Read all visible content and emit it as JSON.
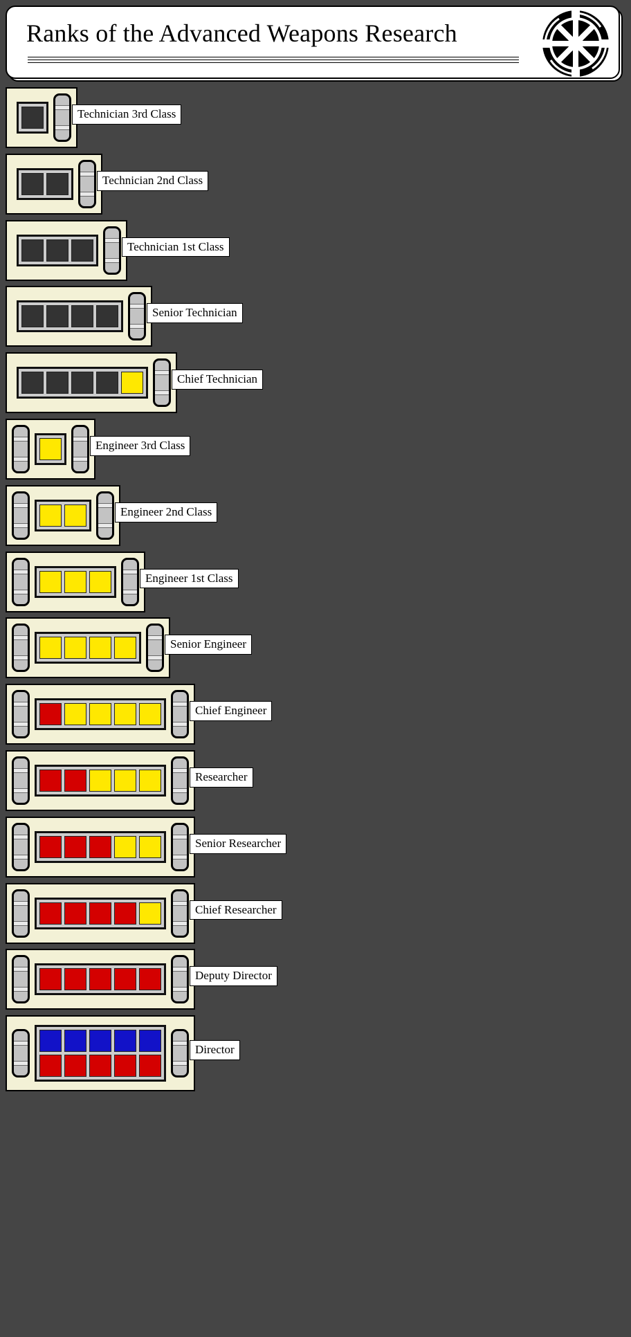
{
  "header": {
    "title": "Ranks of the Advanced Weapons Research",
    "emblem": "imperial-cog-emblem",
    "background_color": "#ffffff"
  },
  "page": {
    "background_color": "#454545",
    "plaque_color": "#f3f1d6",
    "frame_color": "#cccccc",
    "colors": {
      "dark": "#333333",
      "yellow": "#ffe800",
      "red": "#d40000",
      "blue": "#1212c8",
      "cylinder": "#c3c3c3"
    }
  },
  "ranks": [
    {
      "label": "Technician 3rd Class",
      "rows": [
        [
          "dark"
        ]
      ],
      "left_cylinder": false,
      "right_cylinder": true
    },
    {
      "label": "Technician 2nd Class",
      "rows": [
        [
          "dark",
          "dark"
        ]
      ],
      "left_cylinder": false,
      "right_cylinder": true
    },
    {
      "label": "Technician 1st Class",
      "rows": [
        [
          "dark",
          "dark",
          "dark"
        ]
      ],
      "left_cylinder": false,
      "right_cylinder": true
    },
    {
      "label": "Senior Technician",
      "rows": [
        [
          "dark",
          "dark",
          "dark",
          "dark"
        ]
      ],
      "left_cylinder": false,
      "right_cylinder": true
    },
    {
      "label": "Chief Technician",
      "rows": [
        [
          "dark",
          "dark",
          "dark",
          "dark",
          "yellow"
        ]
      ],
      "left_cylinder": false,
      "right_cylinder": true
    },
    {
      "label": "Engineer 3rd Class",
      "rows": [
        [
          "yellow"
        ]
      ],
      "left_cylinder": true,
      "right_cylinder": true
    },
    {
      "label": "Engineer 2nd Class",
      "rows": [
        [
          "yellow",
          "yellow"
        ]
      ],
      "left_cylinder": true,
      "right_cylinder": true
    },
    {
      "label": "Engineer 1st Class",
      "rows": [
        [
          "yellow",
          "yellow",
          "yellow"
        ]
      ],
      "left_cylinder": true,
      "right_cylinder": true
    },
    {
      "label": "Senior Engineer",
      "rows": [
        [
          "yellow",
          "yellow",
          "yellow",
          "yellow"
        ]
      ],
      "left_cylinder": true,
      "right_cylinder": true
    },
    {
      "label": "Chief Engineer",
      "rows": [
        [
          "red",
          "yellow",
          "yellow",
          "yellow",
          "yellow"
        ]
      ],
      "left_cylinder": true,
      "right_cylinder": true
    },
    {
      "label": "Researcher",
      "rows": [
        [
          "red",
          "red",
          "yellow",
          "yellow",
          "yellow"
        ]
      ],
      "left_cylinder": true,
      "right_cylinder": true
    },
    {
      "label": "Senior Researcher",
      "rows": [
        [
          "red",
          "red",
          "red",
          "yellow",
          "yellow"
        ]
      ],
      "left_cylinder": true,
      "right_cylinder": true
    },
    {
      "label": "Chief Researcher",
      "rows": [
        [
          "red",
          "red",
          "red",
          "red",
          "yellow"
        ]
      ],
      "left_cylinder": true,
      "right_cylinder": true
    },
    {
      "label": "Deputy Director",
      "rows": [
        [
          "red",
          "red",
          "red",
          "red",
          "red"
        ]
      ],
      "left_cylinder": true,
      "right_cylinder": true
    },
    {
      "label": "Director",
      "rows": [
        [
          "blue",
          "blue",
          "blue",
          "blue",
          "blue"
        ],
        [
          "red",
          "red",
          "red",
          "red",
          "red"
        ]
      ],
      "left_cylinder": true,
      "right_cylinder": true
    }
  ]
}
